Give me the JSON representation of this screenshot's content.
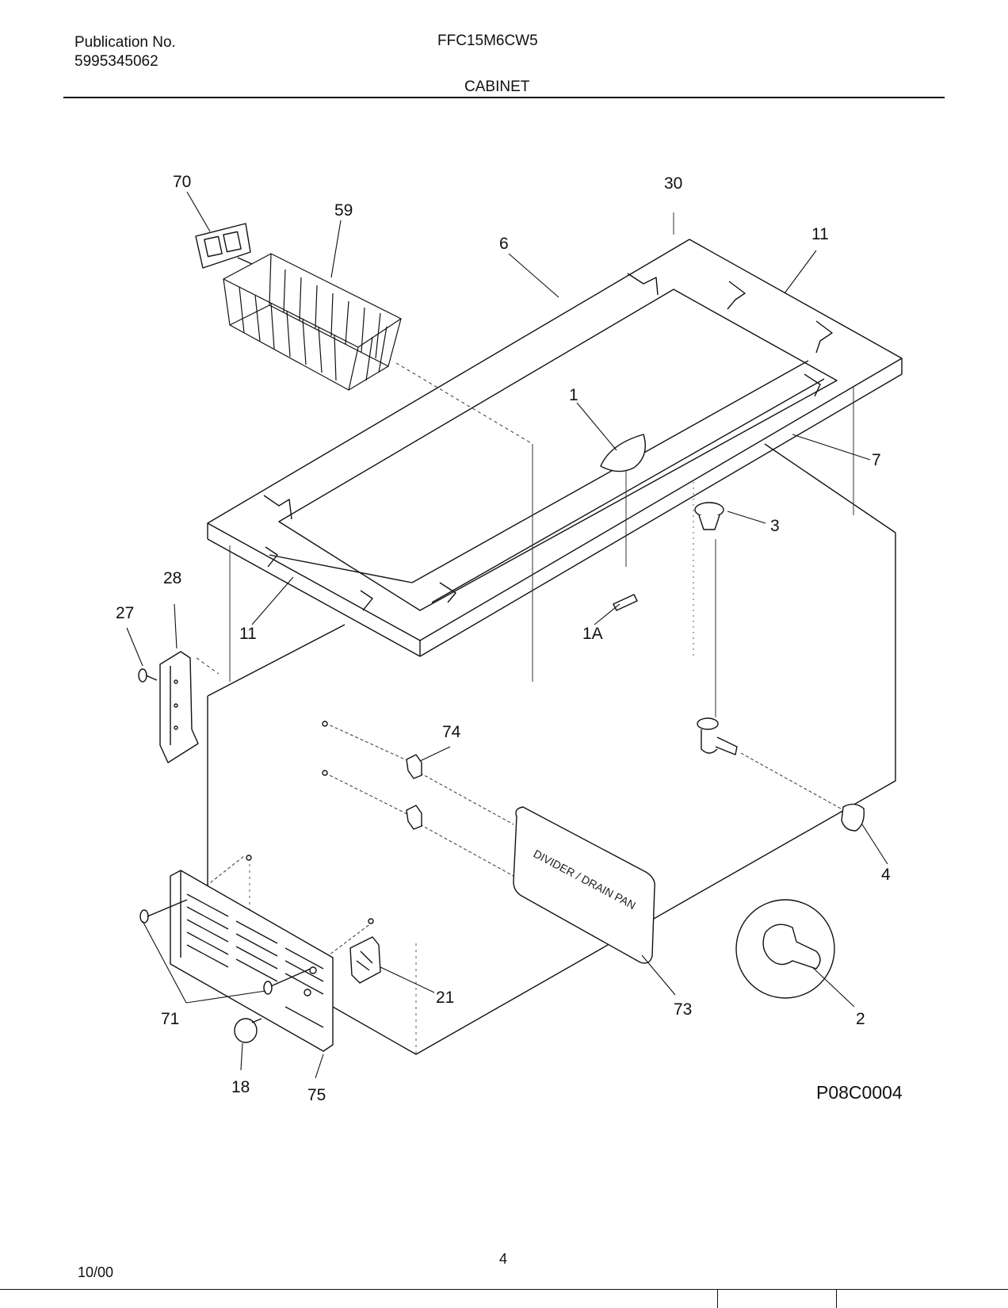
{
  "header": {
    "publication_label": "Publication No.",
    "publication_number": "5995345062",
    "model": "FFC15M6CW5",
    "section": "CABINET"
  },
  "diagram": {
    "drawing_code": "P08C0004",
    "panel_text": "DIVIDER / DRAIN PAN",
    "callouts": {
      "c70": "70",
      "c59": "59",
      "c6": "6",
      "c30": "30",
      "c11a": "11",
      "c1": "1",
      "c7": "7",
      "c3": "3",
      "c28": "28",
      "c27": "27",
      "c11b": "11",
      "c1A": "1A",
      "c74": "74",
      "c4": "4",
      "c71": "71",
      "c21": "21",
      "c73": "73",
      "c2": "2",
      "c18": "18",
      "c75": "75"
    }
  },
  "footer": {
    "date": "10/00",
    "page": "4"
  }
}
